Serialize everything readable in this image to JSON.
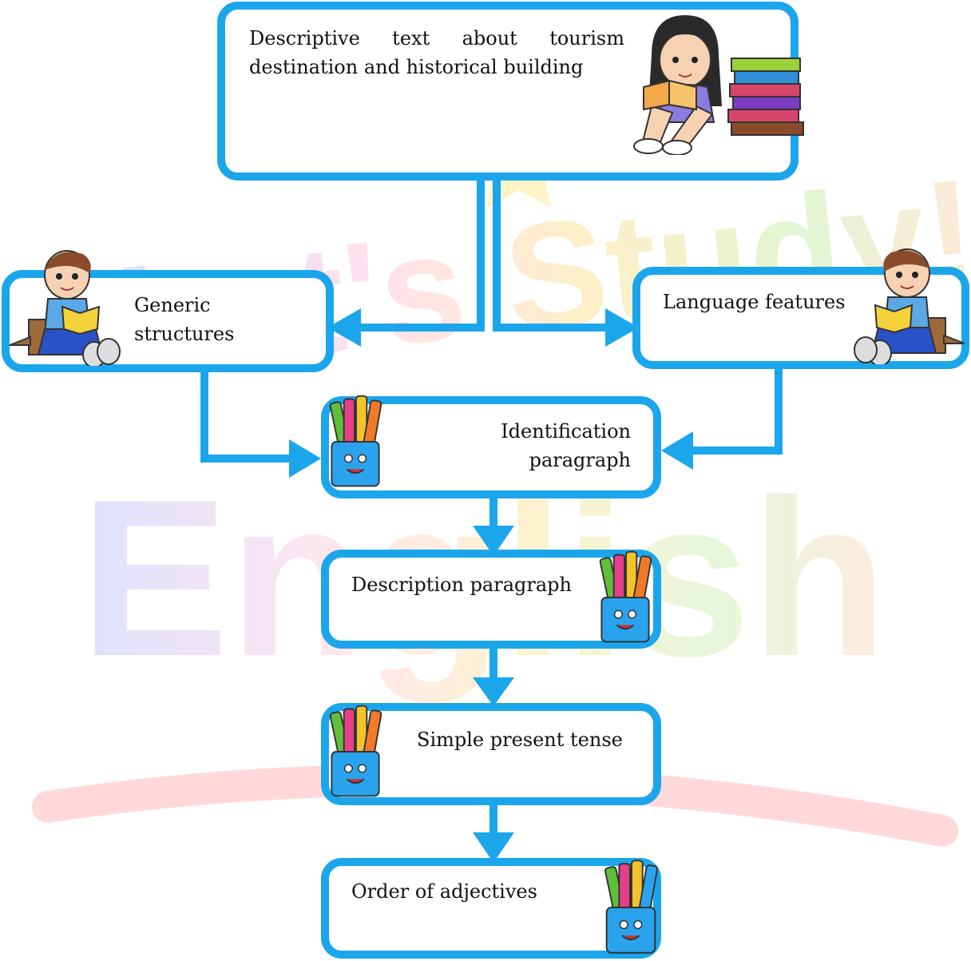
{
  "watermark": {
    "line1": "Let's Study!",
    "line2": "English"
  },
  "diagram": {
    "nodes": {
      "top": {
        "text": "Descriptive text about tourism destination and historical building"
      },
      "generic": {
        "text": "Generic structures"
      },
      "language": {
        "text": "Language features"
      },
      "identification": {
        "text": "Identification paragraph"
      },
      "description": {
        "text": "Description paragraph"
      },
      "simple_present": {
        "text": "Simple present tense"
      },
      "order_adjectives": {
        "text": "Order of adjectives"
      }
    },
    "edges": [
      {
        "from": "top",
        "to": "generic"
      },
      {
        "from": "top",
        "to": "language"
      },
      {
        "from": "generic",
        "to": "identification"
      },
      {
        "from": "language",
        "to": "identification"
      },
      {
        "from": "identification",
        "to": "description"
      },
      {
        "from": "description",
        "to": "simple_present"
      },
      {
        "from": "simple_present",
        "to": "order_adjectives"
      }
    ],
    "colors": {
      "box_border": "#1BA6EC",
      "arrow": "#1BA6EC"
    },
    "icons": [
      "girl-reading-books-icon",
      "boy-reading-book-icon",
      "pencil-cup-icon"
    ]
  }
}
